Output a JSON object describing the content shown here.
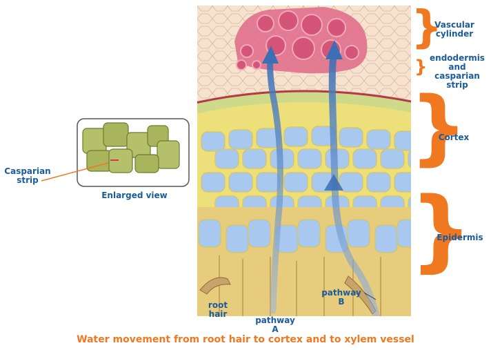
{
  "labels": {
    "vascular_cylinder": "Vascular cylinder",
    "endodermis": "endodermis and casparian strip",
    "cortex": "Cortex",
    "epidermis": "Epidermis",
    "casparian_strip": "Casparian strip",
    "enlarged_view": "Enlarged view",
    "root_hair": "root hair",
    "pathway_a": "pathway A",
    "pathway_b": "pathway B"
  },
  "caption": "Water movement from root hair to cortex and to xylem vessel",
  "colors": {
    "label": "#1a5b9c",
    "brace": "#f07820",
    "caption": "#f07820",
    "vascular": "#e0708c",
    "cortex_cell": "#a9c8ef",
    "cell_wall": "#ede07a",
    "epidermis": "#e8cc7e",
    "arrow": "#4a7ab8"
  }
}
